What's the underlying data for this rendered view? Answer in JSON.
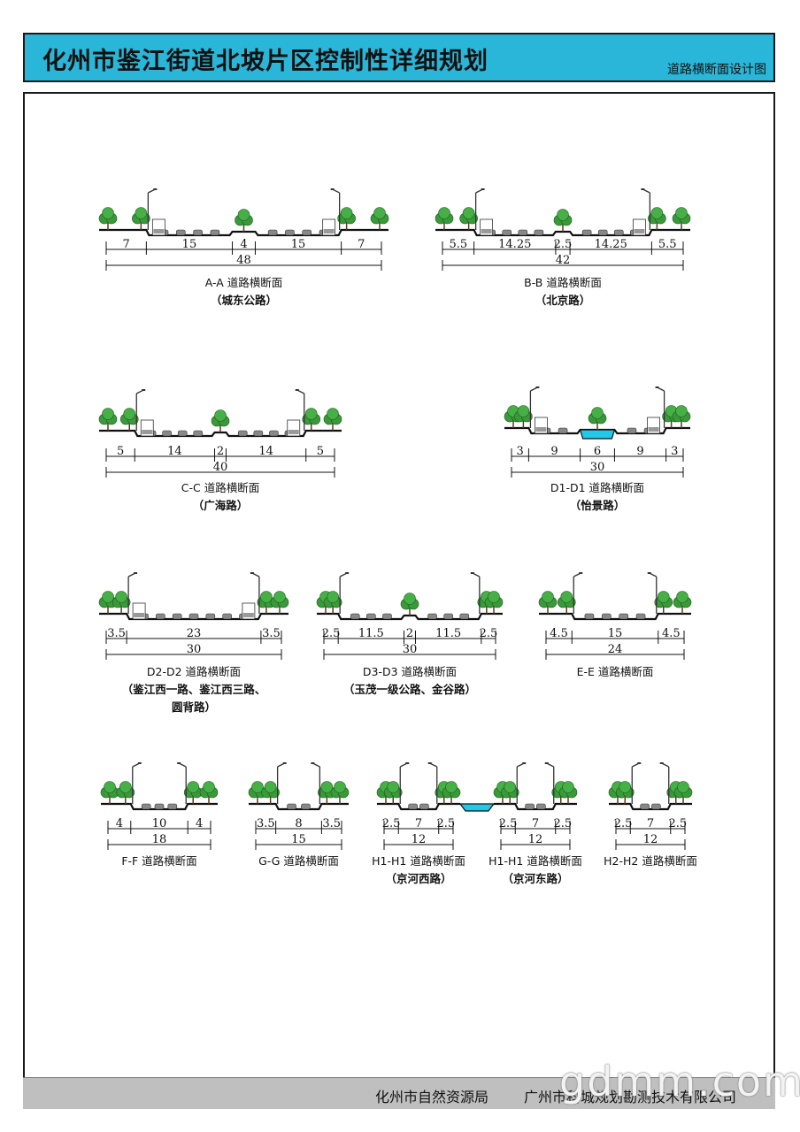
{
  "header": {
    "title": "化州市鉴江街道北坡片区控制性详细规划",
    "subtitle": "道路横断面设计图"
  },
  "footer": {
    "org1": "化州市自然资源局",
    "org2": "广州市科城规划勘测技术有限公司"
  },
  "watermark": "gdmm.com",
  "colors": {
    "header_bg": "#29b6d8",
    "tree": "#3a9a3a",
    "water": "#22c8e8",
    "footer_bg": "#bfbfbf"
  },
  "sections": [
    {
      "caption": "A-A  道路横断面",
      "road": "（城东公路）",
      "segments": [
        "7",
        "15",
        "4",
        "15",
        "7"
      ],
      "total": "48"
    },
    {
      "caption": "B-B  道路横断面",
      "road": "（北京路）",
      "segments": [
        "5.5",
        "14.25",
        "2.5",
        "14.25",
        "5.5"
      ],
      "total": "42"
    },
    {
      "caption": "C-C  道路横断面",
      "road": "（广海路）",
      "segments": [
        "5",
        "14",
        "2",
        "14",
        "5"
      ],
      "total": "40"
    },
    {
      "caption": "D1-D1  道路横断面",
      "road": "（怡景路）",
      "segments": [
        "3",
        "9",
        "6",
        "9",
        "3"
      ],
      "total": "30"
    },
    {
      "caption": "D2-D2  道路横断面",
      "road": "（鉴江西一路、鉴江西三路、",
      "road2": "圆背路）",
      "segments": [
        "3.5",
        "23",
        "3.5"
      ],
      "total": "30"
    },
    {
      "caption": "D3-D3  道路横断面",
      "road": "（玉茂一级公路、金谷路）",
      "segments": [
        "2.5",
        "11.5",
        "2",
        "11.5",
        "2.5"
      ],
      "total": "30"
    },
    {
      "caption": "E-E  道路横断面",
      "segments": [
        "4.5",
        "15",
        "4.5"
      ],
      "total": "24"
    },
    {
      "caption": "F-F  道路横断面",
      "segments": [
        "4",
        "10",
        "4"
      ],
      "total": "18"
    },
    {
      "caption": "G-G  道路横断面",
      "segments": [
        "3.5",
        "8",
        "3.5"
      ],
      "total": "15"
    },
    {
      "caption": "H1-H1  道路横断面",
      "road": "（京河西路）",
      "segments": [
        "2.5",
        "7",
        "2.5"
      ],
      "total": "12"
    },
    {
      "caption": "H1-H1  道路横断面",
      "road": "（京河东路）",
      "segments": [
        "2.5",
        "7",
        "2.5"
      ],
      "total": "12"
    },
    {
      "caption": "H2-H2  道路横断面",
      "segments": [
        "2.5",
        "7",
        "2.5"
      ],
      "total": "12"
    }
  ]
}
